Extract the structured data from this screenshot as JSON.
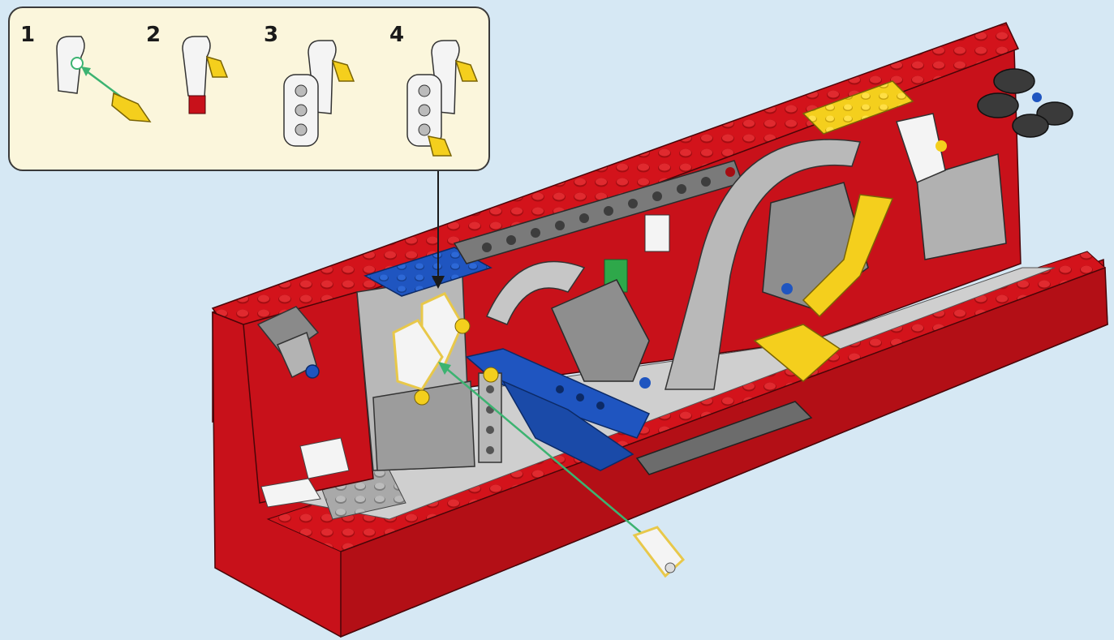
{
  "callout": {
    "steps": [
      {
        "number": "1"
      },
      {
        "number": "2"
      },
      {
        "number": "3"
      },
      {
        "number": "4"
      }
    ]
  },
  "colors": {
    "background": "#d6e8f4",
    "callout_bg": "#fbf6dc",
    "brick_red": "#d3131b",
    "brick_red_dark": "#a50d12",
    "light_gray": "#b8b8b8",
    "dark_gray": "#6c6c6c",
    "blue": "#1f55c0",
    "yellow": "#f4cf1d",
    "white": "#f4f4f4",
    "green_arrow": "#3cb371",
    "highlight": "#e8c84a"
  },
  "icons": [
    "connector-peg-icon",
    "axle-connector-icon",
    "liftarm-icon",
    "arrow-icon"
  ]
}
